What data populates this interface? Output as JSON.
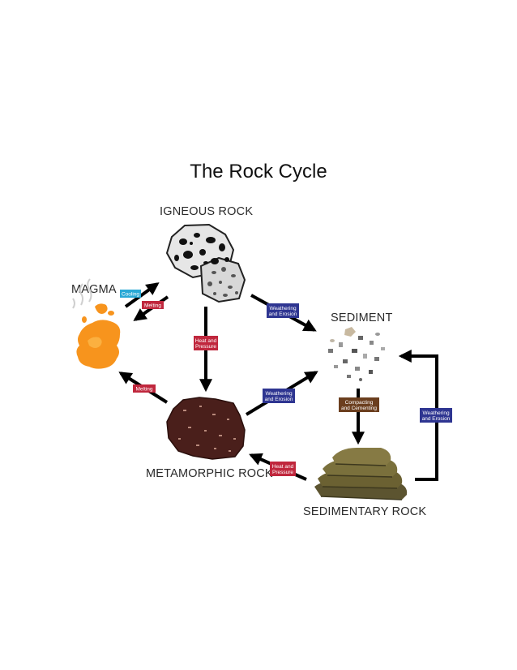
{
  "title": "The Rock Cycle",
  "nodes": {
    "igneous": "IGNEOUS ROCK",
    "magma": "MAGMA",
    "sediment": "SEDIMENT",
    "metamorphic": "METAMORPHIC ROCK",
    "sedimentary": "SEDIMENTARY ROCK"
  },
  "processes": {
    "cooling": "Cooling",
    "melting_top": "Melting",
    "weathering_top_l1": "Weathering",
    "weathering_top_l2": "and Erosion",
    "heat_center_l1": "Heat and",
    "heat_center_l2": "Pressure",
    "melting_bottom": "Melting",
    "weathering_mid_l1": "Weathering",
    "weathering_mid_l2": "and Erosion",
    "compacting_l1": "Compacting",
    "compacting_l2": "and Cementing",
    "weathering_right_l1": "Weathering",
    "weathering_right_l2": "and Erosion",
    "heat_bottom_l1": "Heat and",
    "heat_bottom_l2": "Pressure"
  },
  "colors": {
    "cooling": "#29a9d6",
    "red_label": "#c0273d",
    "blue_label": "#2e3591",
    "brown_label": "#6b3e1e",
    "magma": "#f7941d",
    "metamorphic": "#4a1f1b",
    "sedimentary": "#6b6132"
  }
}
